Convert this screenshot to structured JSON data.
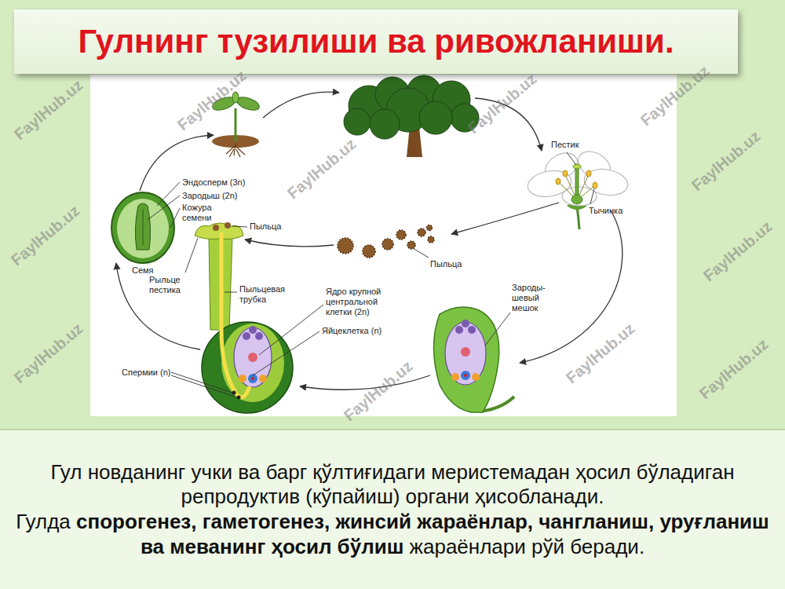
{
  "diagram": {
    "title": "Гулнинг тузилиши ва ривожланиши.",
    "nodes": [
      {
        "text": [
          "Гул новданинг учки ва барг қўлтиғидаги меристемадан ҳосил бўладиган репродуктив (кўпайиш) органи ҳисобланади.",
          "Гулда",
          "спорогенез, гаметогенез, жинсий жараёнлар, чангланиш, уруғланиш ва меванинг ҳосил бўлиш",
          "жараёнлари рўй беради."
        ]
      }
    ],
    "labels": [
      "Эндосперм (3n)",
      "Зародыш (2n)",
      "Кожура семени",
      "Пыльца",
      "Семя",
      "Рыльце пестика",
      "Пыльцевая трубка",
      "Ядро крупной центральной клетки (2n)",
      "Яйцеклетка (n)",
      "Спермии (n)",
      "Пыльца",
      "Пестик",
      "Тычинка",
      "Зароды- шевый мешок",
      "FaylHub.uz",
      "FaylHub.uz",
      "FaylHub.uz",
      "FaylHub.uz",
      "FaylHub.uz",
      "FaylHub.uz",
      "FaylHub.uz",
      "FaylHub.uz",
      "FaylHub.uz",
      "FaylHub.uz",
      "FaylHub.uz",
      "FaylHub.uz"
    ]
  }
}
